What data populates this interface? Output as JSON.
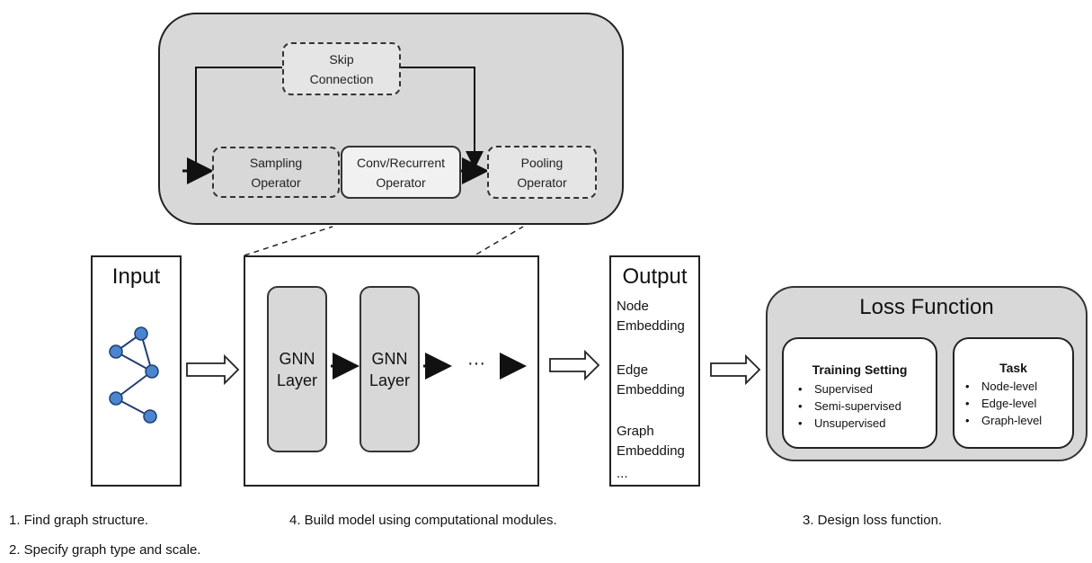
{
  "zoom": {
    "skip_line1": "Skip",
    "skip_line2": "Connection",
    "sampling_line1": "Sampling",
    "sampling_line2": "Operator",
    "conv_line1": "Conv/Recurrent",
    "conv_line2": "Operator",
    "pooling_line1": "Pooling",
    "pooling_line2": "Operator"
  },
  "input": {
    "title": "Input"
  },
  "model": {
    "layer1_line1": "GNN",
    "layer1_line2": "Layer",
    "layer2_line1": "GNN",
    "layer2_line2": "Layer",
    "ellipsis": "···"
  },
  "output": {
    "title": "Output",
    "node_line1": "Node",
    "node_line2": "Embedding",
    "edge_line1": "Edge",
    "edge_line2": "Embedding",
    "graph_line1": "Graph",
    "graph_line2": "Embedding",
    "more": "..."
  },
  "loss": {
    "title": "Loss Function",
    "training": {
      "title": "Training Setting",
      "items": [
        "Supervised",
        "Semi-supervised",
        "Unsupervised"
      ]
    },
    "task": {
      "title": "Task",
      "items": [
        "Node-level",
        "Edge-level",
        "Graph-level"
      ]
    }
  },
  "steps": {
    "s1": "1. Find graph structure.",
    "s2": "2. Specify graph type and scale.",
    "s4": "4. Build model using computational modules.",
    "s3": "3. Design loss function."
  },
  "colors": {
    "panel_gray": "#d9d8d9",
    "node_blue": "#4a86cf",
    "node_stroke": "#1f3f73",
    "stroke": "#222222"
  }
}
